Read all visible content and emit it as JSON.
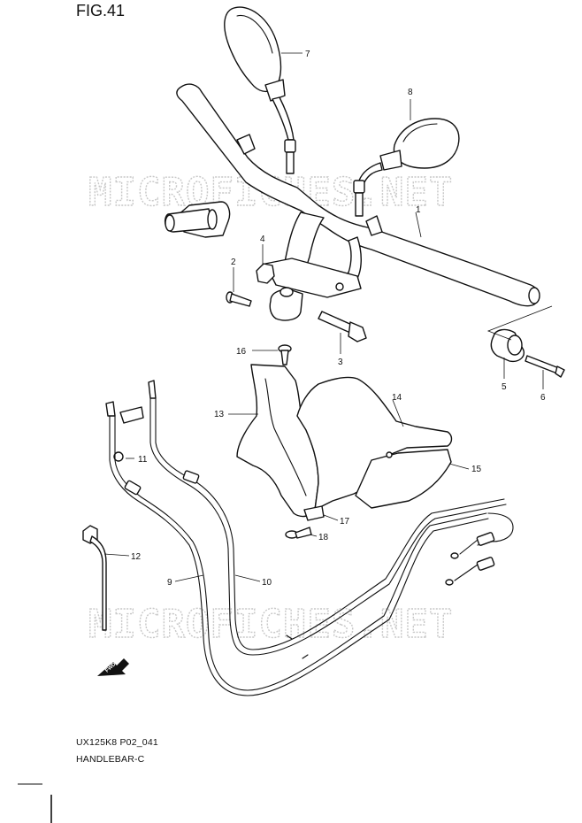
{
  "figure": {
    "title": "FIG.41",
    "model_code": "UX125K8 P02_041",
    "assembly_name": "HANDLEBAR-C",
    "watermark": "MICROFICHES.NET",
    "fwd_label": "FWD"
  },
  "callouts": [
    {
      "id": "callout-7",
      "label": "7"
    },
    {
      "id": "callout-8",
      "label": "8"
    },
    {
      "id": "callout-1",
      "label": "1"
    },
    {
      "id": "callout-4",
      "label": "4"
    },
    {
      "id": "callout-2",
      "label": "2"
    },
    {
      "id": "callout-3",
      "label": "3"
    },
    {
      "id": "callout-5",
      "label": "5"
    },
    {
      "id": "callout-6",
      "label": "6"
    },
    {
      "id": "callout-16",
      "label": "16"
    },
    {
      "id": "callout-13",
      "label": "13"
    },
    {
      "id": "callout-14",
      "label": "14"
    },
    {
      "id": "callout-15",
      "label": "15"
    },
    {
      "id": "callout-11",
      "label": "11"
    },
    {
      "id": "callout-17",
      "label": "17"
    },
    {
      "id": "callout-18",
      "label": "18"
    },
    {
      "id": "callout-12",
      "label": "12"
    },
    {
      "id": "callout-9",
      "label": "9"
    },
    {
      "id": "callout-10",
      "label": "10"
    }
  ]
}
